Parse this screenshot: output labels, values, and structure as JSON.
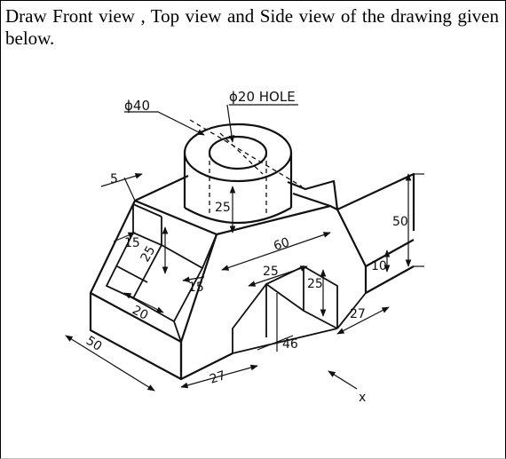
{
  "question": {
    "text": "Draw Front view , Top view and Side view of the drawing given below."
  },
  "drawing": {
    "labels": {
      "dia_outer": "ϕ40",
      "dia_hole": "ϕ20 HOLE",
      "dim_5": "5",
      "dim_25_cyl": "25",
      "dim_15_left": "15",
      "dim_25_slot": "25",
      "dim_15_inner": "15",
      "dim_20": "20",
      "dim_50_left": "50",
      "dim_60": "60",
      "dim_25_notch_w": "25",
      "dim_25_notch_h": "25",
      "dim_46": "46",
      "dim_27_front": "27",
      "dim_27_right": "27",
      "dim_10": "10",
      "dim_50_right": "50",
      "view_x": "x"
    }
  }
}
